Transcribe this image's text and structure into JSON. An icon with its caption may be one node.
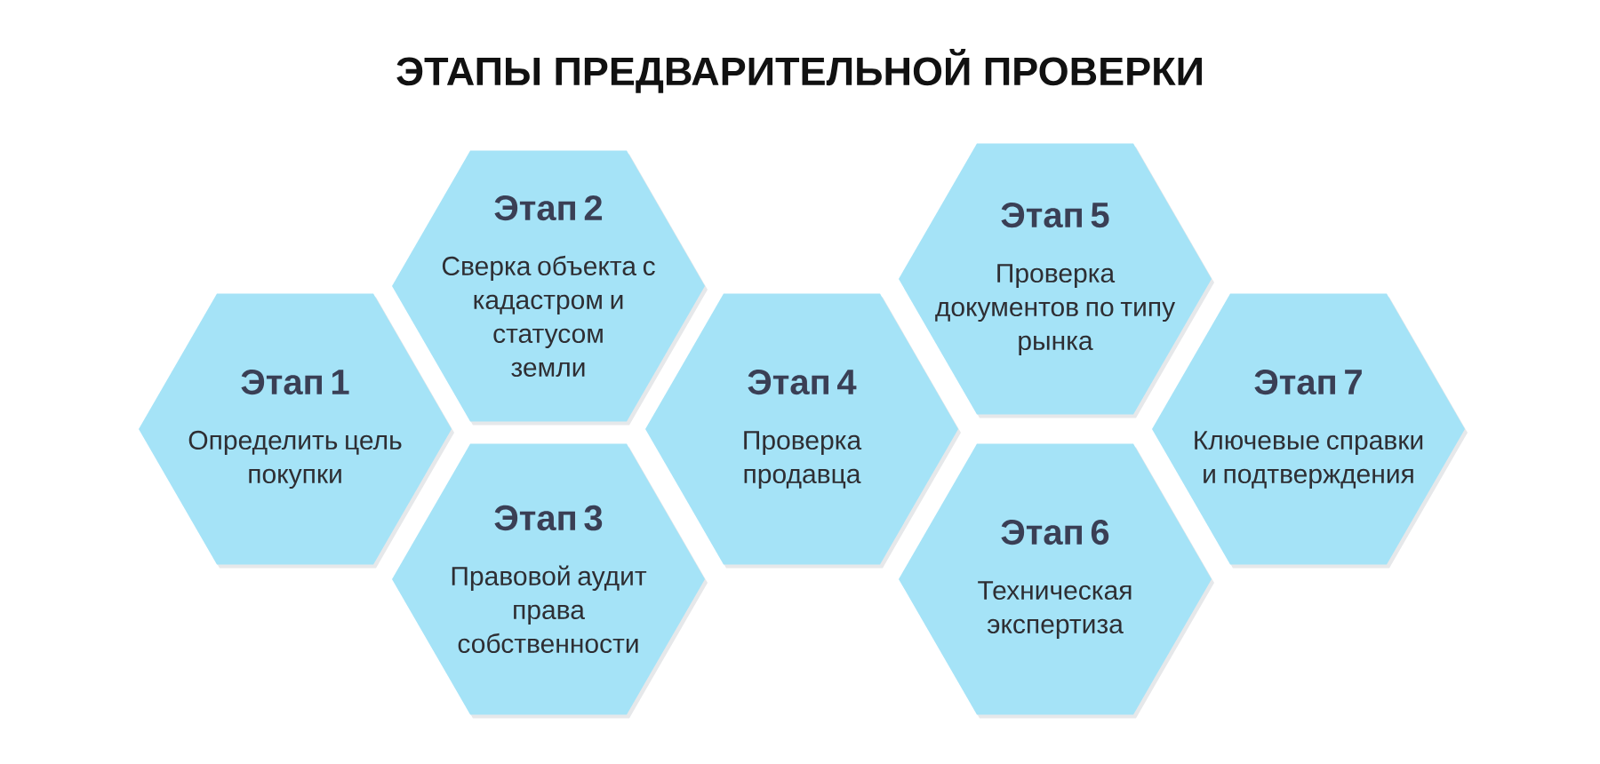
{
  "diagram": {
    "title": "ЭТАПЫ ПРЕДВАРИТЕЛЬНОЙ ПРОВЕРКИ",
    "nodes": [
      {
        "text": [
          "Этап 1",
          "Определить цель покупки"
        ]
      },
      {
        "text": [
          "Этап 2",
          "Сверка объекта с кадастром и статусом земли"
        ]
      },
      {
        "text": [
          "Этап 3",
          "Правовой аудит права собственности"
        ]
      },
      {
        "text": [
          "Этап 4",
          "Проверка продавца"
        ]
      },
      {
        "text": [
          "Этап 5",
          "Проверка документов по типу рынка"
        ]
      },
      {
        "text": [
          "Этап 6",
          "Техническая экспертиза"
        ]
      },
      {
        "text": [
          "Этап 7",
          "Ключевые справки и подтверждения"
        ]
      }
    ]
  }
}
